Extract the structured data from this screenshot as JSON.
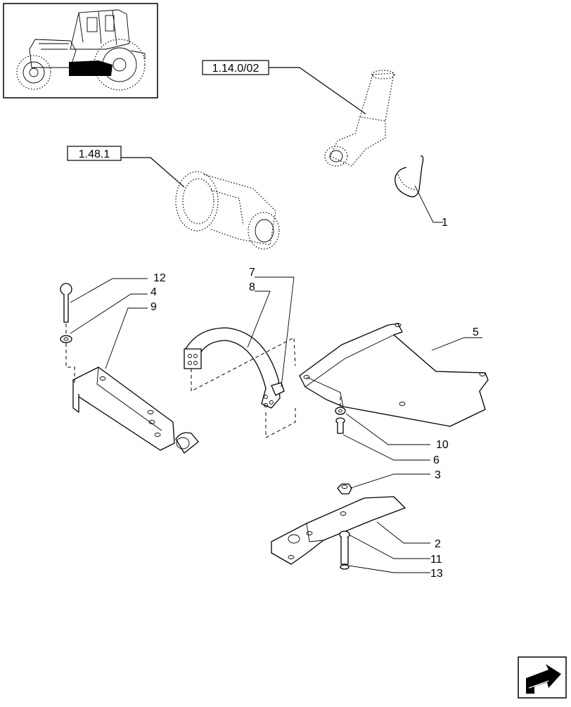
{
  "references": [
    {
      "id": "ref-1-14-0-02",
      "label": "1.14.0/02"
    },
    {
      "id": "ref-1-48-1",
      "label": "1.48.1"
    }
  ],
  "callouts": [
    "1",
    "2",
    "3",
    "4",
    "5",
    "6",
    "7",
    "8",
    "9",
    "10",
    "11",
    "12",
    "13"
  ],
  "icons": {
    "thumbnail": "tractor-location-thumbnail",
    "next_page": "next-page-arrow-icon"
  }
}
